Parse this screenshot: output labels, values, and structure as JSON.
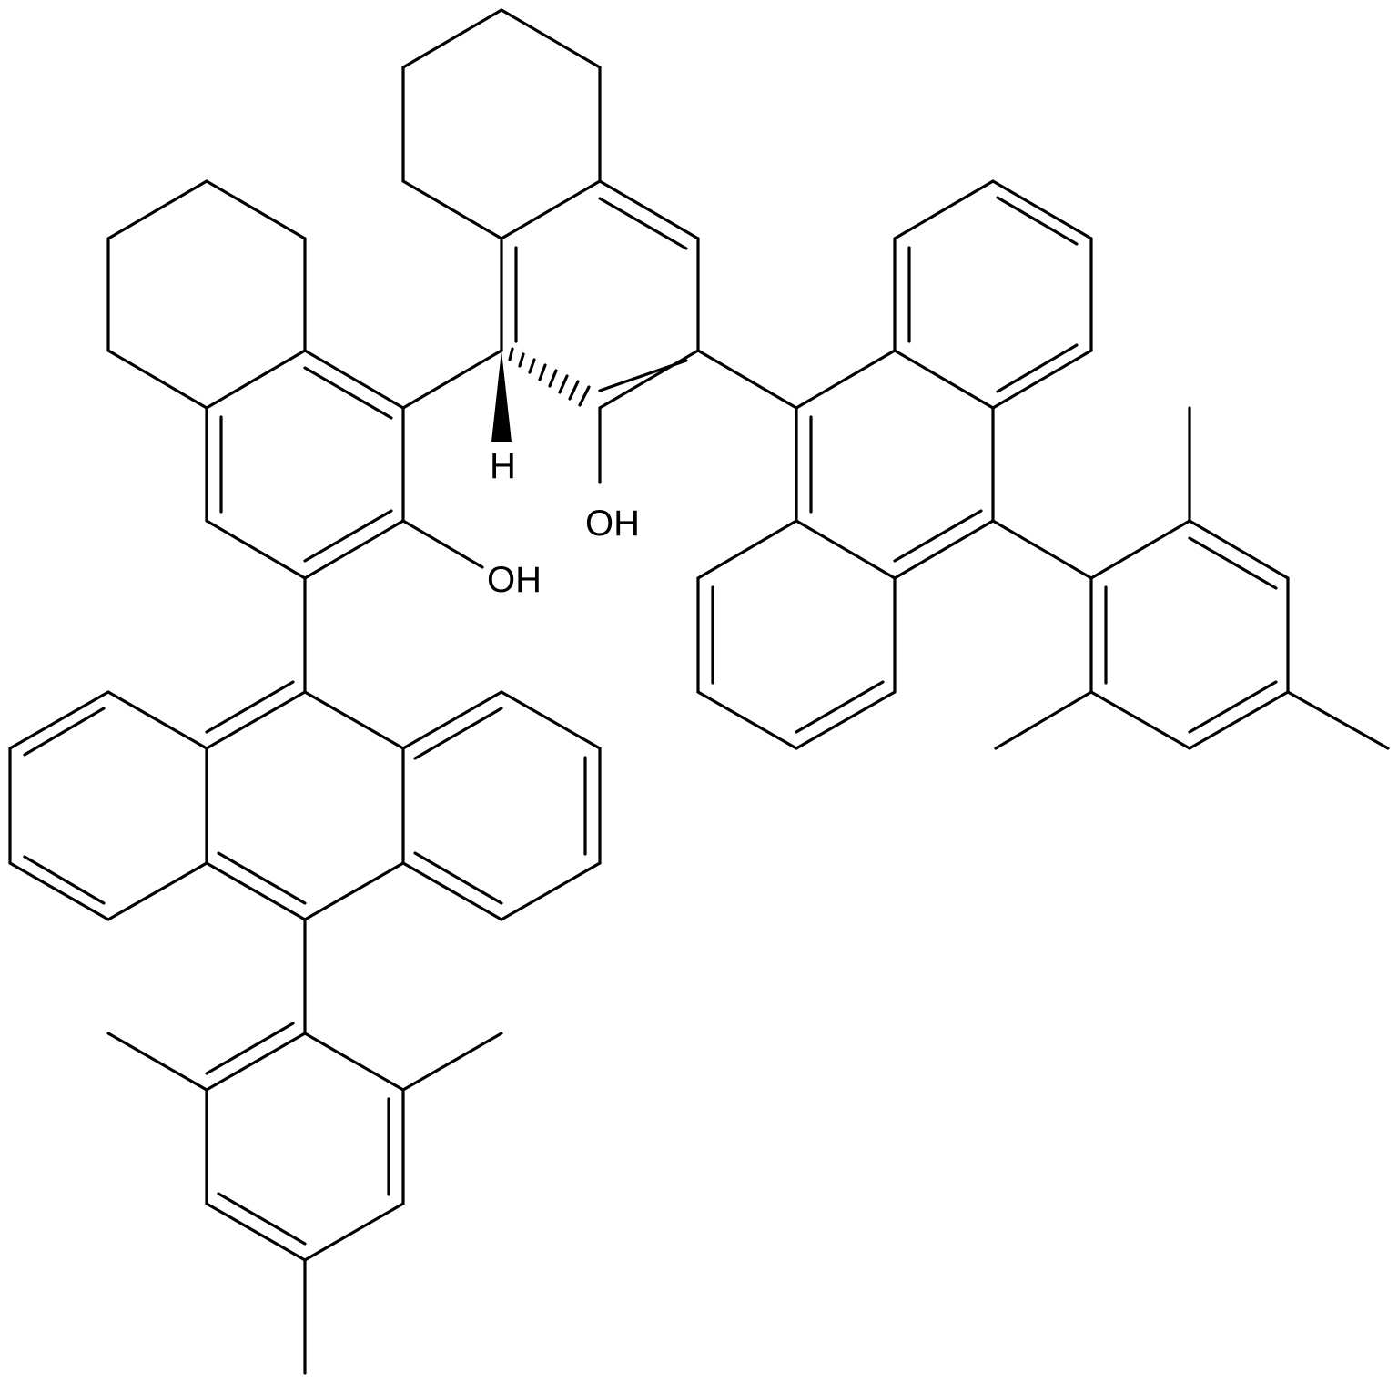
{
  "molecule": {
    "labels": {
      "oh_left": "OH",
      "oh_right": "OH",
      "h_stereo": "H"
    },
    "colors": {
      "bond": "#000000",
      "background": "#ffffff"
    }
  }
}
